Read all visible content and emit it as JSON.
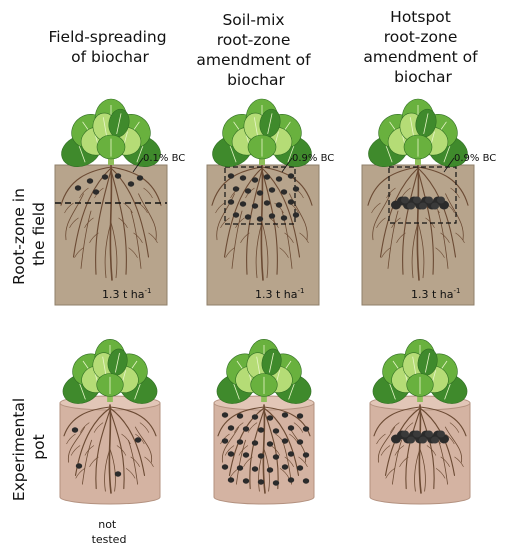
{
  "columns": [
    {
      "title_lines": [
        "Field-spreading",
        "of biochar"
      ],
      "field_label": "0.1% BC",
      "rate": "1.3 t ha",
      "rate_sup": "-1",
      "pot_note_lines": [
        "not",
        "tested"
      ]
    },
    {
      "title_lines": [
        "Soil-mix",
        "root-zone",
        "amendment of",
        "biochar"
      ],
      "field_label": "0.9% BC",
      "rate": "1.3 t ha",
      "rate_sup": "-1",
      "pot_note_lines": []
    },
    {
      "title_lines": [
        "Hotspot",
        "root-zone",
        "amendment of",
        "biochar"
      ],
      "field_label": "0.9% BC",
      "rate": "1.3 t ha",
      "rate_sup": "-1",
      "pot_note_lines": []
    }
  ],
  "rows": [
    {
      "label_lines": [
        "Root-zone in",
        "the field"
      ]
    },
    {
      "label_lines": [
        "Experimental",
        "pot"
      ]
    }
  ],
  "colors": {
    "soil": "#b7a48c",
    "soil_edge": "#8f7f6a",
    "pot": "#d4b3a2",
    "pot_top": "#e2c6b7",
    "root": "#6b4a33",
    "biochar": "#2b2b2b",
    "leaf_dark": "#3f8a2c",
    "leaf_mid": "#69b13e",
    "leaf_light": "#b5dc76"
  }
}
